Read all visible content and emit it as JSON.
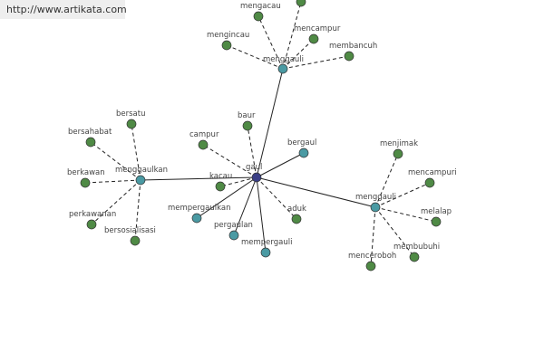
{
  "banner": {
    "text": "http://www.artikata.com"
  },
  "colors": {
    "root": "#3a3f86",
    "hub": "#4a9aa3",
    "leaf": "#4f8a45",
    "edge": "#222222"
  },
  "nodes": [
    {
      "id": "gaul",
      "label": "gaul",
      "kind": "root"
    },
    {
      "id": "menggauli-top",
      "label": "menggauli",
      "kind": "hub"
    },
    {
      "id": "menggaulkan",
      "label": "menggaulkan",
      "kind": "hub"
    },
    {
      "id": "menggauli-right",
      "label": "menggauli",
      "kind": "hub"
    },
    {
      "id": "bergaul",
      "label": "bergaul",
      "kind": "hub"
    },
    {
      "id": "mempergaulkan",
      "label": "mempergaulkan",
      "kind": "hub"
    },
    {
      "id": "pergaulan",
      "label": "pergaulan",
      "kind": "hub"
    },
    {
      "id": "mempergauli",
      "label": "mempergauli",
      "kind": "hub"
    },
    {
      "id": "campur",
      "label": "campur",
      "kind": "leaf"
    },
    {
      "id": "baur",
      "label": "baur",
      "kind": "leaf"
    },
    {
      "id": "kacau",
      "label": "kacau",
      "kind": "leaf"
    },
    {
      "id": "aduk",
      "label": "aduk",
      "kind": "leaf"
    },
    {
      "id": "mengacau",
      "label": "mengacau",
      "kind": "leaf"
    },
    {
      "id": "mencampur",
      "label": "mencampur",
      "kind": "leaf"
    },
    {
      "id": "mengincau",
      "label": "mengincau",
      "kind": "leaf"
    },
    {
      "id": "membancuh",
      "label": "membancuh",
      "kind": "leaf"
    },
    {
      "id": "top-extra",
      "label": "",
      "kind": "leaf"
    },
    {
      "id": "bersatu",
      "label": "bersatu",
      "kind": "leaf"
    },
    {
      "id": "bersahabat",
      "label": "bersahabat",
      "kind": "leaf"
    },
    {
      "id": "berkawan",
      "label": "berkawan",
      "kind": "leaf"
    },
    {
      "id": "perkawanan",
      "label": "perkawanan",
      "kind": "leaf"
    },
    {
      "id": "bersosialisasi",
      "label": "bersosialisasi",
      "kind": "leaf"
    },
    {
      "id": "menjimak",
      "label": "menjimak",
      "kind": "leaf"
    },
    {
      "id": "mencampuri",
      "label": "mencampuri",
      "kind": "leaf"
    },
    {
      "id": "melalap",
      "label": "melalap",
      "kind": "leaf"
    },
    {
      "id": "membubuhi",
      "label": "membubuhi",
      "kind": "leaf"
    },
    {
      "id": "menceroboh",
      "label": "menceroboh",
      "kind": "leaf"
    }
  ],
  "edges": [
    {
      "from": "gaul",
      "to": "menggauli-top",
      "style": "solid"
    },
    {
      "from": "gaul",
      "to": "menggaulkan",
      "style": "solid"
    },
    {
      "from": "gaul",
      "to": "menggauli-right",
      "style": "solid"
    },
    {
      "from": "gaul",
      "to": "bergaul",
      "style": "solid"
    },
    {
      "from": "gaul",
      "to": "mempergaulkan",
      "style": "solid"
    },
    {
      "from": "gaul",
      "to": "pergaulan",
      "style": "solid"
    },
    {
      "from": "gaul",
      "to": "mempergauli",
      "style": "solid"
    },
    {
      "from": "gaul",
      "to": "campur",
      "style": "dashed"
    },
    {
      "from": "gaul",
      "to": "baur",
      "style": "dashed"
    },
    {
      "from": "gaul",
      "to": "kacau",
      "style": "dashed"
    },
    {
      "from": "gaul",
      "to": "aduk",
      "style": "dashed"
    },
    {
      "from": "menggauli-top",
      "to": "mengacau",
      "style": "dashed"
    },
    {
      "from": "menggauli-top",
      "to": "mencampur",
      "style": "dashed"
    },
    {
      "from": "menggauli-top",
      "to": "mengincau",
      "style": "dashed"
    },
    {
      "from": "menggauli-top",
      "to": "membancuh",
      "style": "dashed"
    },
    {
      "from": "menggauli-top",
      "to": "top-extra",
      "style": "dashed"
    },
    {
      "from": "menggaulkan",
      "to": "bersatu",
      "style": "dashed"
    },
    {
      "from": "menggaulkan",
      "to": "bersahabat",
      "style": "dashed"
    },
    {
      "from": "menggaulkan",
      "to": "berkawan",
      "style": "dashed"
    },
    {
      "from": "menggaulkan",
      "to": "perkawanan",
      "style": "dashed"
    },
    {
      "from": "menggaulkan",
      "to": "bersosialisasi",
      "style": "dashed"
    },
    {
      "from": "menggauli-right",
      "to": "menjimak",
      "style": "dashed"
    },
    {
      "from": "menggauli-right",
      "to": "mencampuri",
      "style": "dashed"
    },
    {
      "from": "menggauli-right",
      "to": "melalap",
      "style": "dashed"
    },
    {
      "from": "menggauli-right",
      "to": "membubuhi",
      "style": "dashed"
    },
    {
      "from": "menggauli-right",
      "to": "menceroboh",
      "style": "dashed"
    }
  ]
}
